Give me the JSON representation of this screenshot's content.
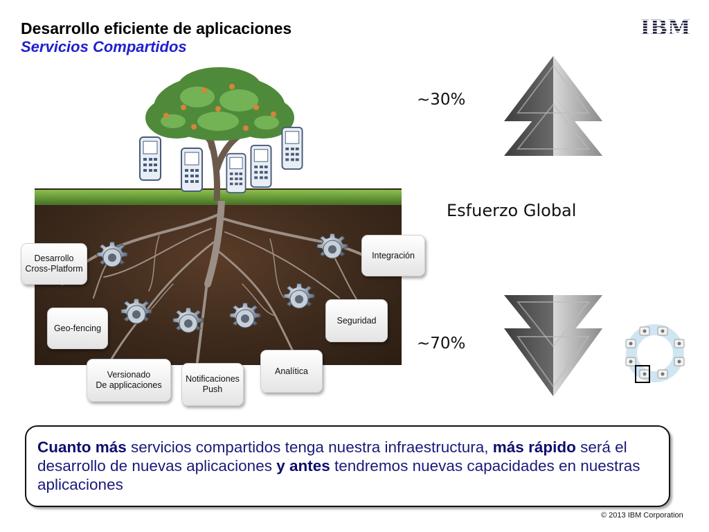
{
  "slide": {
    "title": "Desarrollo eficiente de aplicaciones",
    "subtitle": "Servicios Compartidos",
    "logo": "IBM",
    "copyright": "© 2013 IBM Corporation"
  },
  "labels": {
    "cross_platform": "Desarrollo\nCross-Platform",
    "geo_fencing": "Geo-fencing",
    "versionado": "Versionado\nDe applicaciones",
    "notificaciones": "Notificaciones\nPush",
    "analitica": "Analítica",
    "seguridad": "Seguridad",
    "integracion": "Integración"
  },
  "right_panel": {
    "top_percent": "~30%",
    "bottom_percent": "~70%",
    "effort_label": "Esfuerzo Global"
  },
  "callout": {
    "part1_bold": "Cuanto más",
    "part2": " servicios compartidos tenga nuestra infraestructura, ",
    "part3_bold": "más rápido",
    "part4": " será el desarrollo de nuevas aplicaciones ",
    "part5_bold": "y antes",
    "part6": " tendremos nuevas capacidades en nuestras aplicaciones"
  },
  "colors": {
    "subtitle": "#1f1fd0",
    "callout_text": "#1a1a7a"
  },
  "icons": [
    "ibm-logo",
    "tree-icon",
    "phone-icon",
    "gear-icon",
    "arrow-up-icon",
    "arrow-down-icon",
    "service-ring-icon"
  ]
}
